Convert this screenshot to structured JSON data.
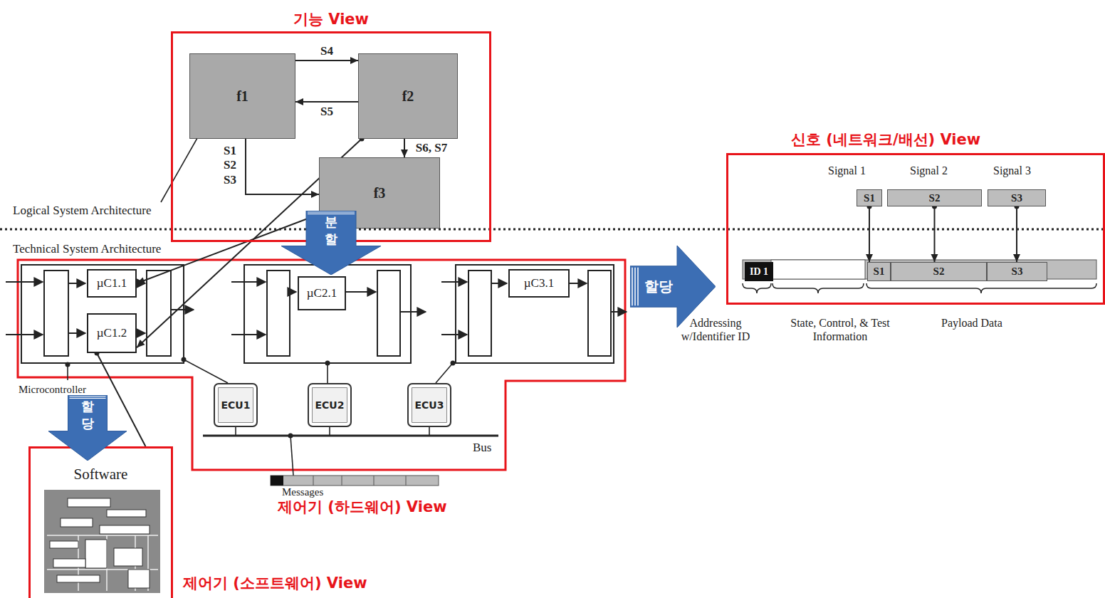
{
  "diagram": {
    "nodes": [
      {
        "text": [
          "기능 View"
        ]
      },
      {
        "text": [
          "f1"
        ],
        "in": 0
      },
      {
        "text": [
          "f2"
        ],
        "in": 0
      },
      {
        "text": [
          "f3"
        ],
        "in": 0
      },
      {
        "text": [
          "분할"
        ]
      },
      {
        "text": [
          "제어기 (하드웨어) View"
        ]
      },
      {
        "text": [
          "µC1.1"
        ],
        "in": 5
      },
      {
        "text": [
          "µC1.2"
        ],
        "in": 5
      },
      {
        "text": [
          "µC2.1"
        ],
        "in": 5
      },
      {
        "text": [
          "µC3.1"
        ],
        "in": 5
      },
      {
        "text": [
          "ECU1"
        ],
        "in": 5
      },
      {
        "text": [
          "ECU2"
        ],
        "in": 5
      },
      {
        "text": [
          "ECU3"
        ],
        "in": 5
      },
      {
        "text": [
          "Software",
          "제어기 (소프트웨어) View"
        ]
      },
      {
        "text": [
          "할당"
        ]
      },
      {
        "text": [
          "할당"
        ]
      },
      {
        "text": [
          "신호 (네트워크/배선) View"
        ]
      },
      {
        "text": [
          "S1"
        ],
        "in": 16
      },
      {
        "text": [
          "S2"
        ],
        "in": 16
      },
      {
        "text": [
          "S3"
        ],
        "in": 16
      },
      {
        "text": [
          "ID 1"
        ],
        "in": 16
      },
      {
        "text": [
          "S1"
        ],
        "in": 16
      },
      {
        "text": [
          "S2"
        ],
        "in": 16
      },
      {
        "text": [
          "S3"
        ],
        "in": 16
      }
    ],
    "edges": [
      {
        "from": 1,
        "to": 2,
        "label": "S4",
        "arrow": "to"
      },
      {
        "from": 2,
        "to": 1,
        "label": "S5",
        "arrow": "to"
      },
      {
        "from": 1,
        "to": 3,
        "label": "S1 S2 S3",
        "arrow": "to"
      },
      {
        "from": 2,
        "to": 3,
        "label": "S6, S7",
        "arrow": "to"
      },
      {
        "from": 3,
        "to": 6,
        "arrow": "to"
      },
      {
        "from": 2,
        "to": 7,
        "arrow": "to"
      },
      {
        "from": 7,
        "to": 13,
        "arrow": "none"
      },
      {
        "from": 17,
        "to": 21,
        "arrow": "to"
      },
      {
        "from": 18,
        "to": 22,
        "arrow": "to"
      },
      {
        "from": 19,
        "to": 23,
        "arrow": "to"
      }
    ],
    "labels": [
      "Logical System Architecture",
      "Technical System Architecture",
      "Microcontroller",
      "Bus",
      "Messages",
      "Signal 1",
      "Signal 2",
      "Signal 3",
      "Addressing w/Identifier ID",
      "State, Control, & Test Information",
      "Payload Data"
    ]
  }
}
